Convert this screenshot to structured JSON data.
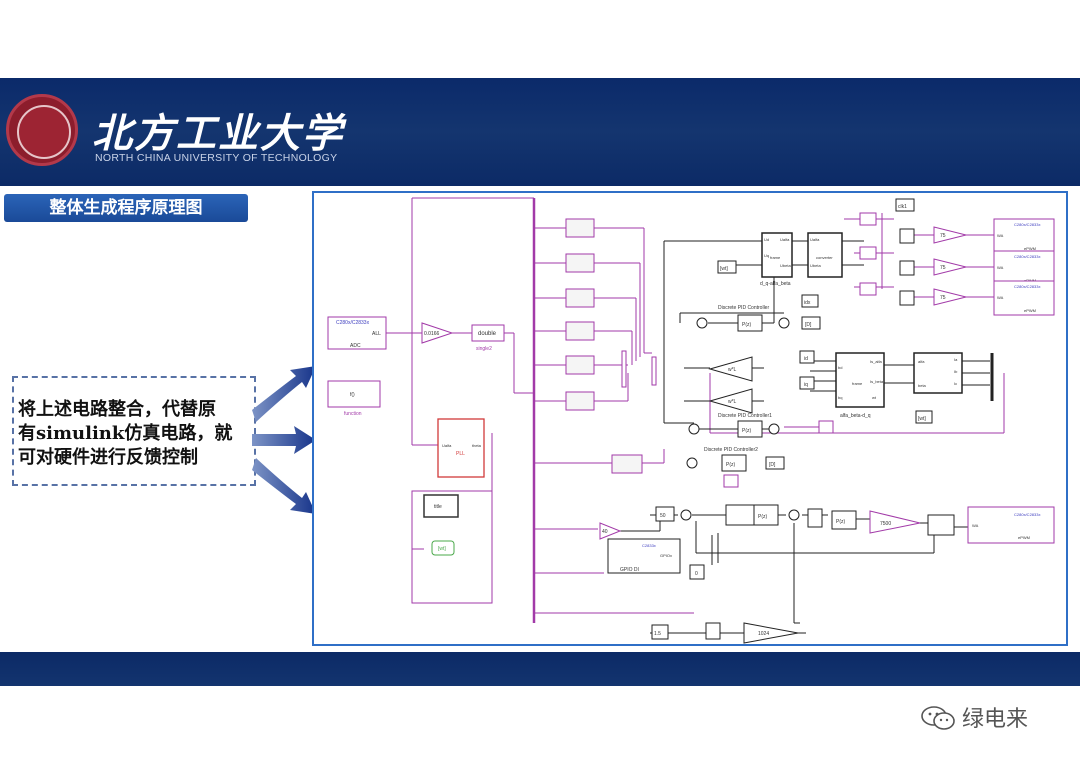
{
  "header": {
    "university_cn": "北方工业大学",
    "university_en": "NORTH CHINA UNIVERSITY OF TECHNOLOGY"
  },
  "slide": {
    "title": "整体生成程序原理图"
  },
  "note": {
    "text_line1": "将上述电路整合，代替原",
    "text_line2": "有simulink仿真电路，就",
    "text_line3": "可对硬件进行反馈控制"
  },
  "diagram": {
    "adc_block_line1": "C280x/C2833x",
    "adc_block_port": "ALL",
    "adc_block_line2": "ADC",
    "function_block_line1": "f()",
    "function_block_line2": "function",
    "gain_single": "0.0166",
    "convert_double": "double",
    "convert_caption": "single2",
    "pll_block": "PLL",
    "pll_port_in": "Ualfa",
    "pll_port_out": "theta",
    "title_block": "title",
    "goto_wt": "[wt]",
    "dq_caption": "d_q-alfa_beta",
    "converter_label": "converter",
    "frame_label": "frame",
    "ab_dq_caption": "alfa_beta-d_q",
    "pid_caption_1": "Discrete PID Controller",
    "pid_caption_2": "Discrete PID Controller1",
    "pid_caption_3": "Discrete PID Controller2",
    "pid_tf": "P(z)",
    "pid_tf_inv": "P(z)",
    "goto_d": "[D]",
    "goto_id_ref": "idx",
    "goto_id": "id",
    "goto_iq": "iq",
    "goto_wt2": "[wt]",
    "goto_clk": "clk1",
    "const_0": "0",
    "const_50": "50",
    "const_15": "1.5",
    "const_40": "40",
    "gain_75": "75",
    "gain_7500": "7500",
    "gain_1024": "1024",
    "gain_ab": "ab",
    "pwm_block": "C280x/C2833x",
    "pwm_port": "WA",
    "pwm_caption": "ePWM",
    "gpio_block": "C2833x",
    "gpio_port": "GPIOx",
    "gpio_caption": "GPIO DI",
    "ualfa": "Ualfa",
    "ubeta": "Ubeta",
    "ud": "Ud",
    "uq": "Uq",
    "ia": "Ia",
    "ib": "Ib",
    "ic": "Ic",
    "is_alfa": "Is_alfa",
    "is_beta": "Is_beta",
    "bd": "bd",
    "bq": "bq",
    "wt": "wt",
    "alfa": "alfa",
    "beta": "beta",
    "wL": "w*L"
  },
  "footer": {
    "brand": "绿电来"
  },
  "colors": {
    "band": "#0c2a66",
    "frame": "#2f6fc7",
    "signal": "#a23aa8",
    "pll_border": "#d13a3a"
  }
}
